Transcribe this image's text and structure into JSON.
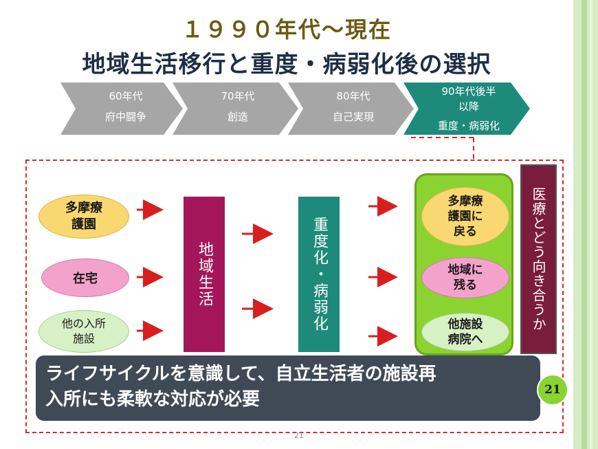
{
  "title": {
    "line1": "１９９０年代～現在",
    "line2": "地域生活移行と重度・病弱化後の選択"
  },
  "timeline": [
    {
      "line1": "60年代",
      "line2": "府中闘争",
      "color": "#a6a6a6"
    },
    {
      "line1": "70年代",
      "line2": "創造",
      "color": "#a6a6a6"
    },
    {
      "line1": "80年代",
      "line2": "自己実現",
      "color": "#a6a6a6"
    },
    {
      "line1": "90年代後半",
      "line1b": "以降",
      "line2": "重度・病弱化",
      "color": "#1e8a7a"
    }
  ],
  "inputs": {
    "tamaryou": "多摩療\n護園",
    "zaitaku": "在宅",
    "other": "他の入所\n施設"
  },
  "bars": {
    "chiiki": "地域生活",
    "jyudo": "重度化・病弱化",
    "iryou": "医療とどう向き合うか"
  },
  "outcomes": {
    "return": "多摩療\n護園に\n戻る",
    "stay": "地域に\n残る",
    "other": "他施設\n病院へ"
  },
  "message": {
    "line1": "ライフサイクルを意識して、自立生活者の施設再",
    "line2": "入所にも柔軟な対応が必要"
  },
  "page_badge": "21",
  "footer_number": "21",
  "colors": {
    "bar_magenta": "#a3175a",
    "bar_teal": "#1e8a7a",
    "bar_maroon": "#7a1d3c",
    "arrow_red": "#d81e1e",
    "dashed_frame": "#d32a2a"
  }
}
